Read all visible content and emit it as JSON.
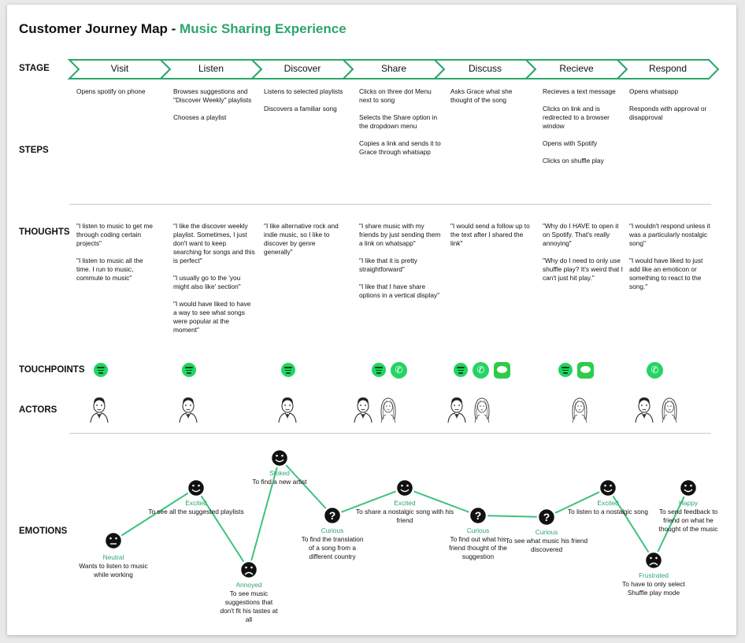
{
  "title": {
    "main": "Customer Journey Map - ",
    "accent": "Music Sharing Experience"
  },
  "rows": {
    "stage": "STAGE",
    "steps": "STEPS",
    "thoughts": "THOUGHTS",
    "touchpoints": "TOUCHPOINTS",
    "actors": "ACTORS",
    "emotions": "EMOTIONS"
  },
  "accent_color": "#2ca66b",
  "stages": [
    {
      "name": "Visit",
      "steps": [
        "Opens spotify on phone"
      ],
      "thoughts": [
        "\"I  listen to music to get me through coding certain projects\"",
        "\"I  listen to music all the time. I run to music, commute to music\""
      ],
      "touchpoints": [
        "spotify"
      ],
      "actors": [
        "man"
      ]
    },
    {
      "name": "Listen",
      "steps": [
        "Browses suggestions and \"Discover Weekly\" playlists",
        "Chooses a playlist"
      ],
      "thoughts": [
        "\"I like the discover weekly playlist. Sometimes, I just don't want to keep searching for songs and this is perfect\"",
        "\"I usually go to the 'you might also like' section\"",
        "\"I would have liked to have a way to see what songs were popular at the moment\""
      ],
      "touchpoints": [
        "spotify"
      ],
      "actors": [
        "man"
      ]
    },
    {
      "name": "Discover",
      "steps": [
        "Listens to selected playlists",
        "Discovers a familiar song"
      ],
      "thoughts": [
        "\"I like alternative rock and indie music, so I like to discover by genre generally\""
      ],
      "touchpoints": [
        "spotify"
      ],
      "actors": [
        "man"
      ]
    },
    {
      "name": "Share",
      "steps": [
        "Clicks on three dot Menu next to song",
        "Selects the Share option in the dropdown menu",
        "Copies a link and sends it to Grace through whatsapp"
      ],
      "thoughts": [
        "\"I share music with my friends by just sending them a link on whatsapp\"",
        "\"I like that it is pretty straightforward\"",
        "\"I like that I have share options in a vertical display\""
      ],
      "touchpoints": [
        "spotify",
        "whatsapp"
      ],
      "actors": [
        "man",
        "woman"
      ]
    },
    {
      "name": "Discuss",
      "steps": [
        "Asks Grace what she thought of the song"
      ],
      "thoughts": [
        "\"I would send a follow up to the text after I shared the link\""
      ],
      "touchpoints": [
        "spotify",
        "whatsapp",
        "messages"
      ],
      "actors": [
        "man",
        "woman"
      ]
    },
    {
      "name": "Recieve",
      "steps": [
        "Recieves a text message",
        "Clicks on link and is redirected to a browser window",
        "Opens with Spotify",
        "Clicks on shuffle play"
      ],
      "thoughts": [
        "\"Why do I HAVE to open it on Spotify. That's really annoying\"",
        "\"Why do I need to only use shuffle play? It's weird that I can't just hit play.\""
      ],
      "touchpoints": [
        "spotify",
        "messages"
      ],
      "actors": [
        "woman"
      ]
    },
    {
      "name": "Respond",
      "steps": [
        "Opens whatsapp",
        "Responds with approval or disapproval"
      ],
      "thoughts": [
        "\"I wouldn't respond unless it was a particularly nostalgic song\"",
        "\"I would have liked to just add like an emoticon or something to react to the song.\""
      ],
      "touchpoints": [
        "whatsapp"
      ],
      "actors": [
        "man",
        "woman"
      ]
    }
  ],
  "emotions": [
    {
      "face": "neutral",
      "feeling": "Neutral",
      "text": "Wants to listen to music while working"
    },
    {
      "face": "happy",
      "feeling": "Excited",
      "text": "To see all the suggested playlists"
    },
    {
      "face": "sad",
      "feeling": "Annoyed",
      "text": "To see music suggestions that don't fit his tastes at all"
    },
    {
      "face": "happy",
      "feeling": "Stoked",
      "text": "To find a new artist"
    },
    {
      "face": "question",
      "feeling": "Curious",
      "text": "To find the translation of a song from a different country"
    },
    {
      "face": "happy",
      "feeling": "Excited",
      "text": "To share a nostalgic song with his friend"
    },
    {
      "face": "question",
      "feeling": "Curious",
      "text": "To find out what his friend thought of the suggestion"
    },
    {
      "face": "question",
      "feeling": "Curious",
      "text": "To see what music his friend discovered"
    },
    {
      "face": "happy",
      "feeling": "Excited",
      "text": "To listen to a nostalgic song"
    },
    {
      "face": "sad",
      "feeling": "Frustrated",
      "text": "To have to only select Shuffle play mode"
    },
    {
      "face": "happy",
      "feeling": "Happy",
      "text": "To send feedback to friend on what he thought of the music"
    }
  ]
}
